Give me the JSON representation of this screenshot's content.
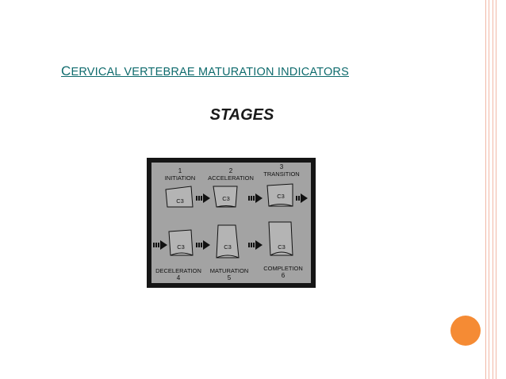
{
  "slide": {
    "title_initial": "C",
    "title_rest": "ERVICAL VERTEBRAE MATURATION INDICATORS",
    "subtitle": "STAGES"
  },
  "figure": {
    "vertebra_label": "C3",
    "stages": [
      {
        "number": "1",
        "name": "INITIATION"
      },
      {
        "number": "2",
        "name": "ACCELERATION"
      },
      {
        "number": "3",
        "name": "TRANSITION"
      },
      {
        "number": "4",
        "name": "DECELERATION"
      },
      {
        "number": "5",
        "name": "MATURATION"
      },
      {
        "number": "6",
        "name": "COMPLETION"
      }
    ]
  },
  "colors": {
    "title": "#0f6b6d",
    "accent_circle": "#f58b34",
    "border_lines": "#f2b8a6"
  }
}
